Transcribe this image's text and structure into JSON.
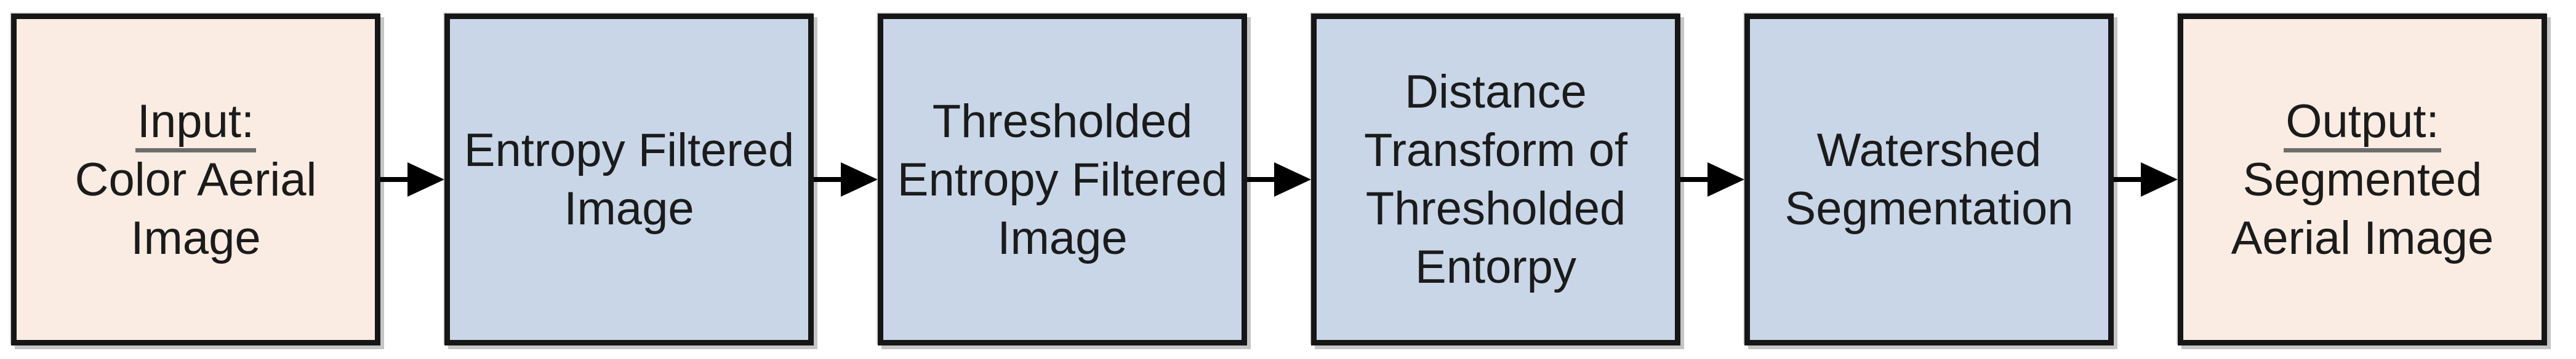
{
  "diagram_type": "flowchart",
  "orientation": "left-to-right",
  "colors": {
    "io_fill": "#faece2",
    "process_fill": "#c9d6e8",
    "border": "#161616",
    "arrow": "#000000",
    "underline": "#6d6d6d",
    "text": "#1b1b1b",
    "background": "#ffffff"
  },
  "boxes": [
    {
      "id": "input",
      "type": "io",
      "header": "Input:",
      "body": "Color Aerial\nImage",
      "fill": "#faece2"
    },
    {
      "id": "entropy-filtered",
      "type": "process",
      "header": null,
      "body": "Entropy Filtered\nImage",
      "fill": "#c9d6e8"
    },
    {
      "id": "thresholded-entropy",
      "type": "process",
      "header": null,
      "body": "Thresholded\nEntropy Filtered\nImage",
      "fill": "#c9d6e8"
    },
    {
      "id": "distance-transform",
      "type": "process",
      "header": null,
      "body": "Distance\nTransform of\nThresholded\nEntorpy",
      "fill": "#c9d6e8"
    },
    {
      "id": "watershed",
      "type": "process",
      "header": null,
      "body": "Watershed\nSegmentation",
      "fill": "#c9d6e8"
    },
    {
      "id": "output",
      "type": "io",
      "header": "Output:",
      "body": "Segmented\nAerial Image",
      "fill": "#faece2"
    }
  ],
  "connectors": [
    {
      "from": "input",
      "to": "entropy-filtered",
      "style": "solid-arrow-right"
    },
    {
      "from": "entropy-filtered",
      "to": "thresholded-entropy",
      "style": "solid-arrow-right"
    },
    {
      "from": "thresholded-entropy",
      "to": "distance-transform",
      "style": "solid-arrow-right"
    },
    {
      "from": "distance-transform",
      "to": "watershed",
      "style": "solid-arrow-right"
    },
    {
      "from": "watershed",
      "to": "output",
      "style": "solid-arrow-right"
    }
  ]
}
